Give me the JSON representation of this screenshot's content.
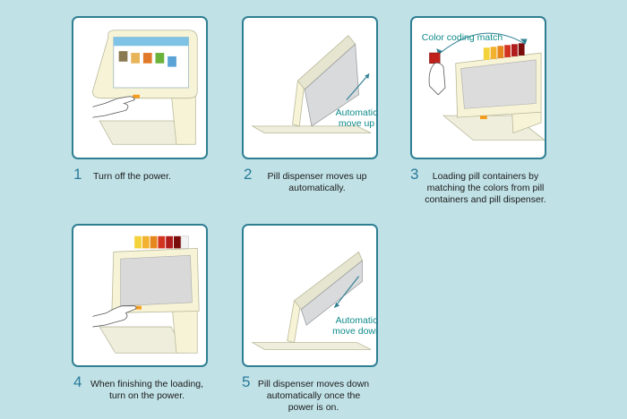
{
  "steps": [
    {
      "num": "1",
      "caption": "Turn off the power."
    },
    {
      "num": "2",
      "caption": "Pill dispenser moves up automatically."
    },
    {
      "num": "3",
      "caption": "Loading pill containers by matching the colors from pill containers and pill dispenser."
    },
    {
      "num": "4",
      "caption": "When finishing the loading, turn on the power."
    },
    {
      "num": "5",
      "caption": "Pill dispenser moves down automatically once the power is on."
    }
  ],
  "labels": {
    "auto_up": "Automatic move up",
    "color_match": "Color coding match",
    "auto_down": "Automatic move down"
  },
  "colors": {
    "background": "#c0e1e6",
    "panel_border": "#2f7f93",
    "number": "#2a7a9a",
    "label_teal": "#0f8a8a",
    "device_body": "#f6f3d6",
    "pill_red": "#c0211c",
    "button_orange": "#f39c1d"
  }
}
